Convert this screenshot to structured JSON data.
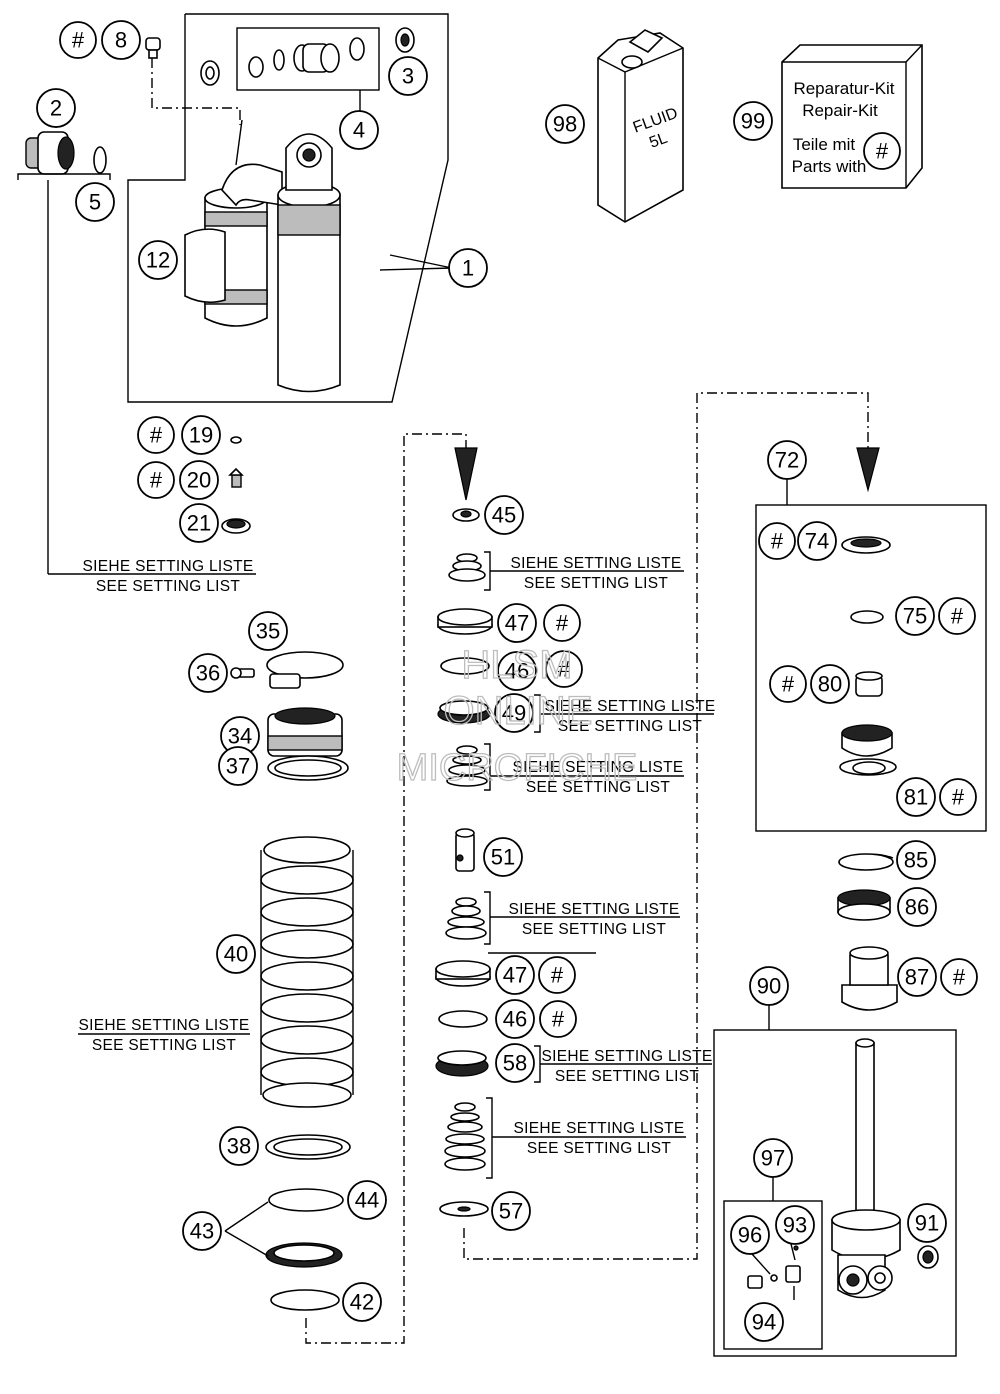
{
  "diagram": {
    "callouts": [
      {
        "id": "c8",
        "label": "8"
      },
      {
        "id": "c2",
        "label": "2"
      },
      {
        "id": "c3",
        "label": "3"
      },
      {
        "id": "c4",
        "label": "4"
      },
      {
        "id": "c5",
        "label": "5"
      },
      {
        "id": "c12",
        "label": "12"
      },
      {
        "id": "c1",
        "label": "1"
      },
      {
        "id": "c98",
        "label": "98"
      },
      {
        "id": "c99",
        "label": "99"
      },
      {
        "id": "c19",
        "label": "19"
      },
      {
        "id": "c20",
        "label": "20"
      },
      {
        "id": "c21",
        "label": "21"
      },
      {
        "id": "c35",
        "label": "35"
      },
      {
        "id": "c36",
        "label": "36"
      },
      {
        "id": "c34",
        "label": "34"
      },
      {
        "id": "c37",
        "label": "37"
      },
      {
        "id": "c40",
        "label": "40"
      },
      {
        "id": "c38",
        "label": "38"
      },
      {
        "id": "c44",
        "label": "44"
      },
      {
        "id": "c43",
        "label": "43"
      },
      {
        "id": "c42",
        "label": "42"
      },
      {
        "id": "c45",
        "label": "45"
      },
      {
        "id": "c47a",
        "label": "47"
      },
      {
        "id": "c46a",
        "label": "46"
      },
      {
        "id": "c49",
        "label": "49"
      },
      {
        "id": "c51",
        "label": "51"
      },
      {
        "id": "c47b",
        "label": "47"
      },
      {
        "id": "c46b",
        "label": "46"
      },
      {
        "id": "c58",
        "label": "58"
      },
      {
        "id": "c57",
        "label": "57"
      },
      {
        "id": "c72",
        "label": "72"
      },
      {
        "id": "c74",
        "label": "74"
      },
      {
        "id": "c75",
        "label": "75"
      },
      {
        "id": "c80",
        "label": "80"
      },
      {
        "id": "c81",
        "label": "81"
      },
      {
        "id": "c85",
        "label": "85"
      },
      {
        "id": "c86",
        "label": "86"
      },
      {
        "id": "c87",
        "label": "87"
      },
      {
        "id": "c90",
        "label": "90"
      },
      {
        "id": "c97",
        "label": "97"
      },
      {
        "id": "c91",
        "label": "91"
      },
      {
        "id": "c96",
        "label": "96"
      },
      {
        "id": "c93",
        "label": "93"
      },
      {
        "id": "c94",
        "label": "94"
      }
    ],
    "hash_symbol": "#",
    "setting_list": {
      "line1": "SIEHE SETTING LISTE",
      "line2": "SEE SETTING LIST"
    },
    "repair_kit": {
      "line1": "Reparatur-Kit",
      "line2": "Repair-Kit",
      "line3": "Teile mit",
      "line4": "Parts with"
    },
    "fluid_can": {
      "line1": "FLUID",
      "line2": "5L"
    },
    "watermark": {
      "line1": "HLSM",
      "line2": "ONLINE",
      "line3": "MICROFICHE"
    }
  }
}
